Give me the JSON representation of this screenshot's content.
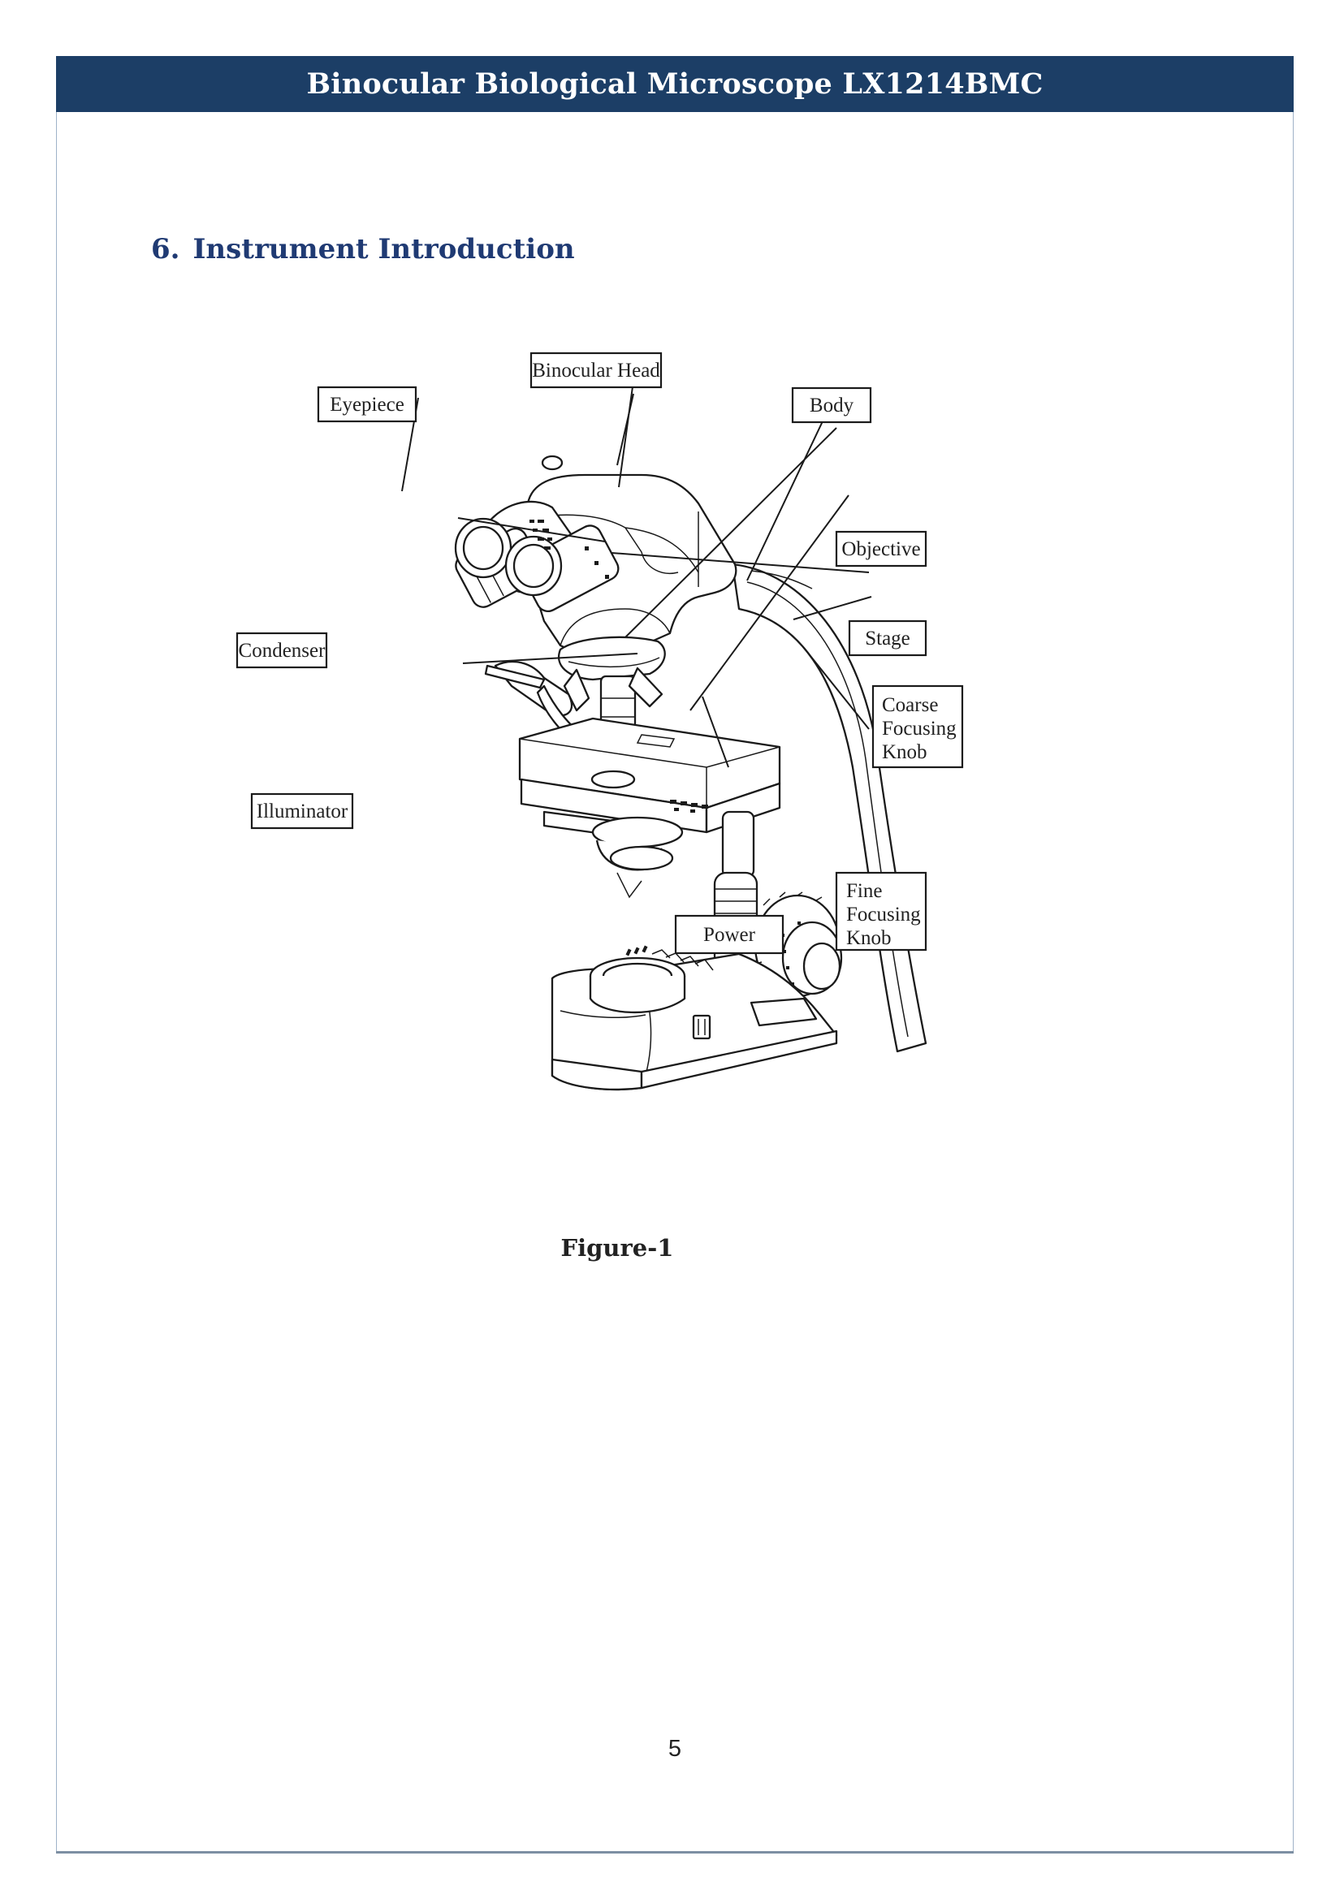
{
  "header": {
    "title": "Binocular Biological Microscope LX1214BMC"
  },
  "section": {
    "number": "6.",
    "title": "Instrument Introduction"
  },
  "diagram": {
    "labels": {
      "binocular_head": "Binocular Head",
      "eyepiece": "Eyepiece",
      "body": "Body",
      "objective": "Objective",
      "condenser": "Condenser",
      "stage": "Stage",
      "coarse_1": "Coarse",
      "coarse_2": "Focusing",
      "coarse_3": "Knob",
      "illuminator": "Illuminator",
      "fine_1": "Fine",
      "fine_2": "Focusing",
      "fine_3": "Knob",
      "power": "Power"
    }
  },
  "figure": {
    "caption": "Figure-1"
  },
  "footer": {
    "page_number": "5"
  }
}
